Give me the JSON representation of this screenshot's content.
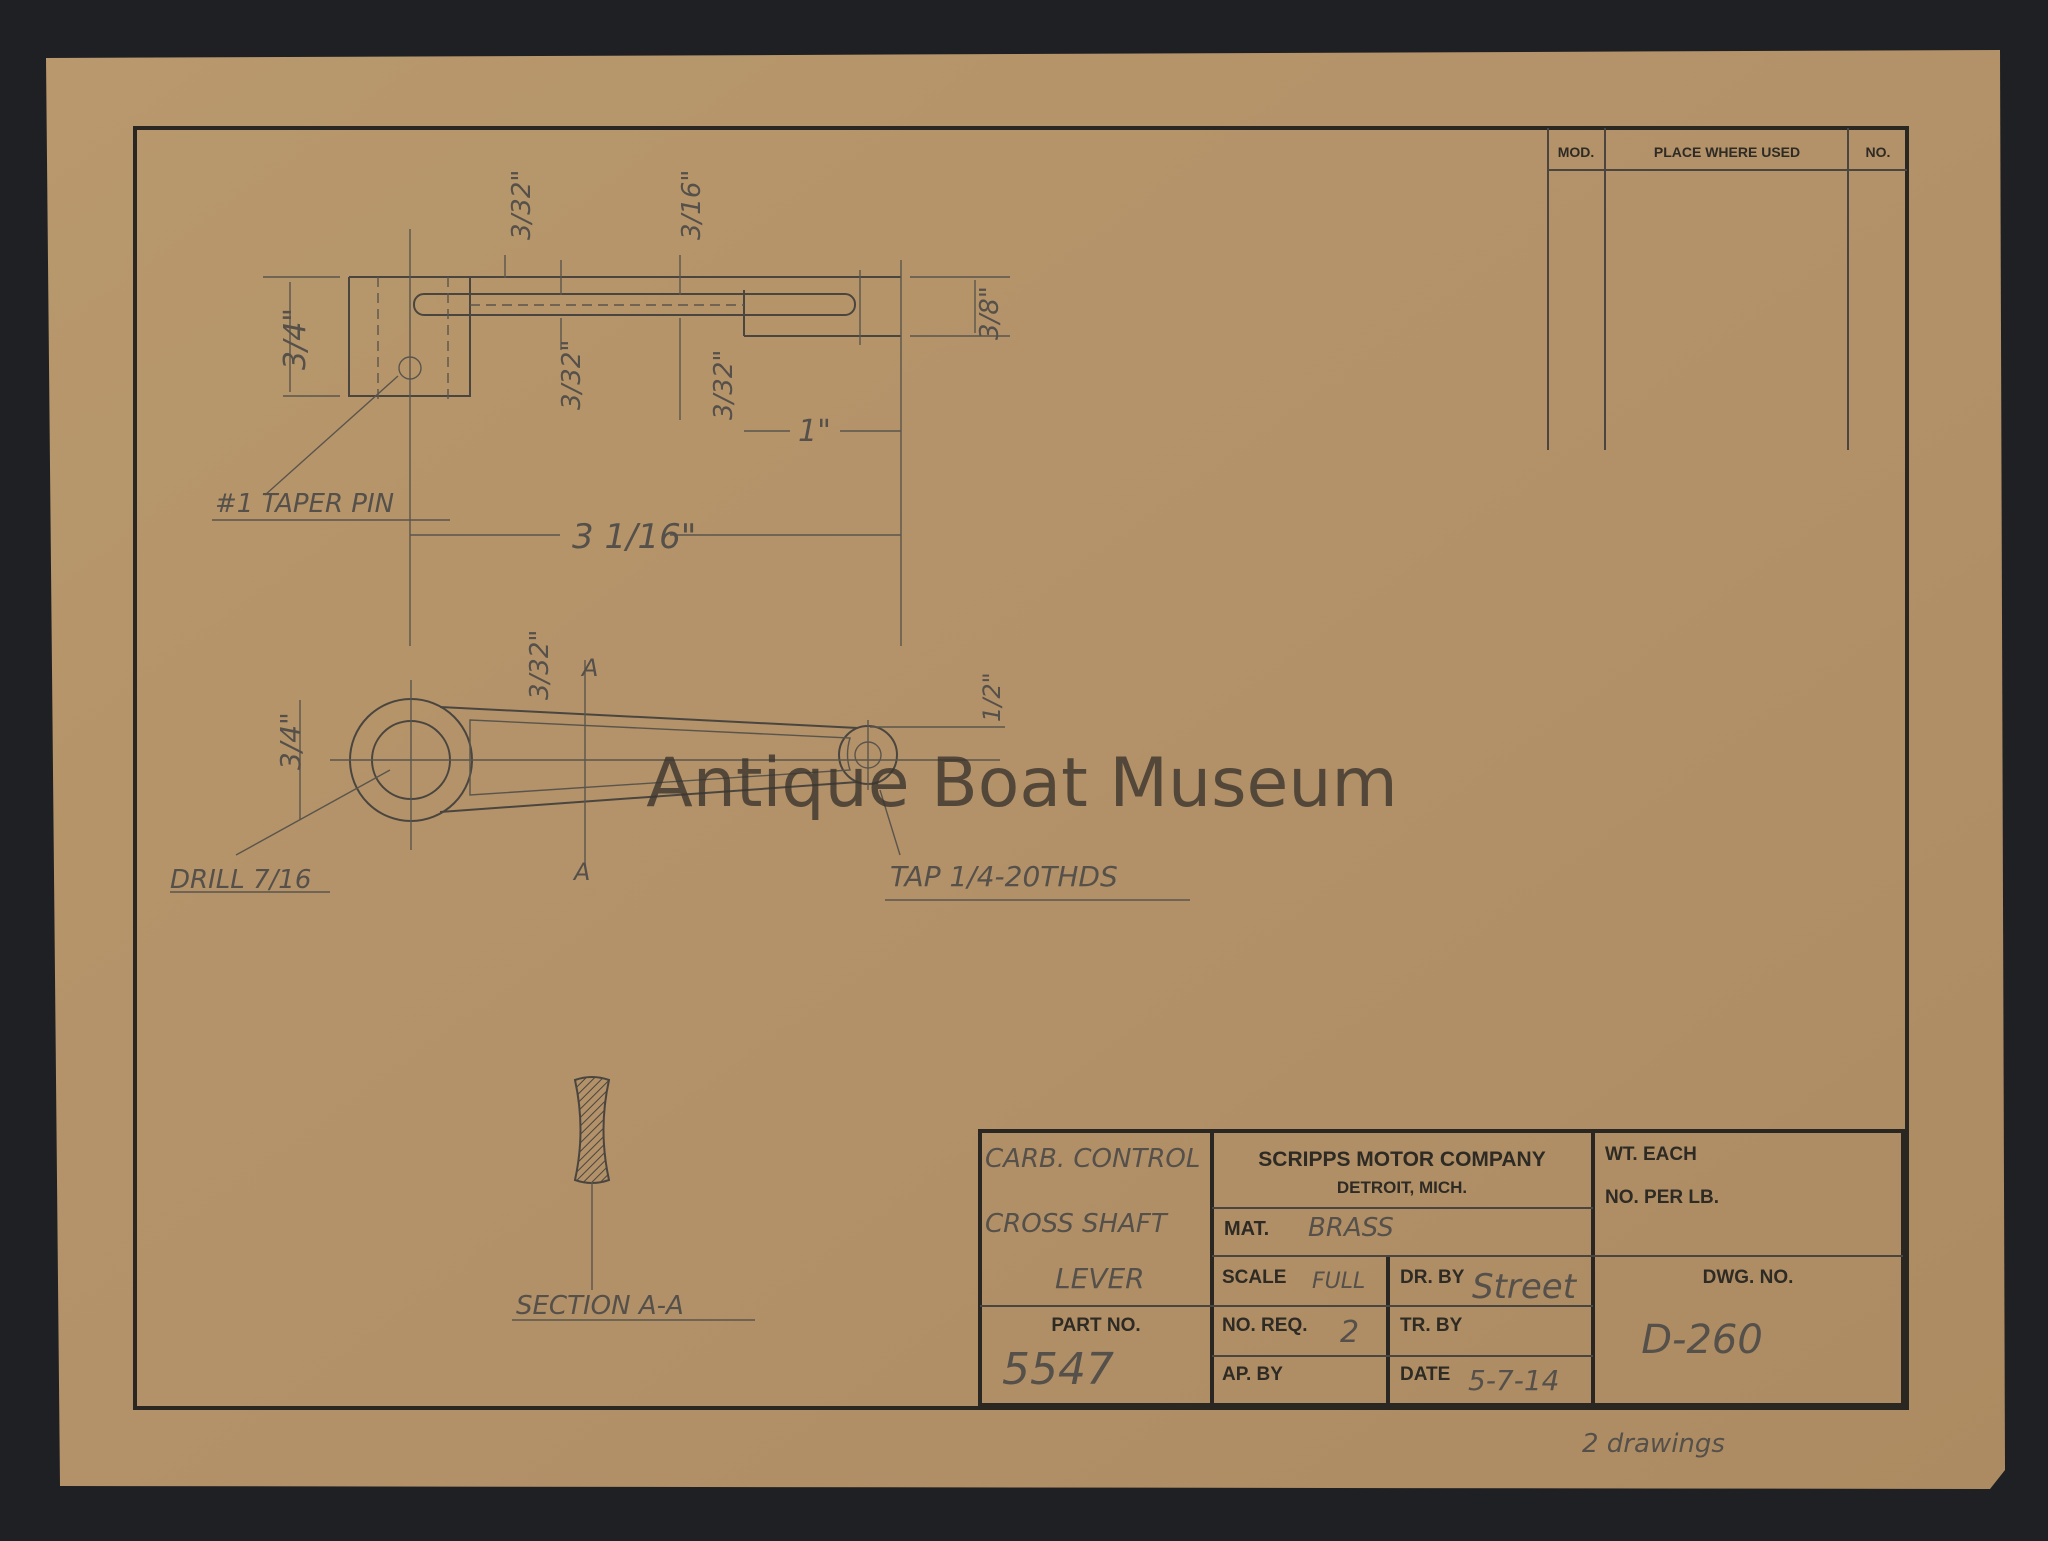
{
  "watermark": "Antique Boat Museum",
  "revision_table": {
    "headers": [
      "MOD.",
      "PLACE WHERE USED",
      "NO."
    ]
  },
  "top_view": {
    "dims": [
      "3/32\"",
      "3/16\"",
      "3/4\"",
      "3/8\"",
      "3/32\"",
      "3/32\"",
      "1\"",
      "3 1/16\""
    ],
    "note": "#1 TAPER PIN"
  },
  "side_view": {
    "dims": [
      "3/32\"",
      "3/4\"",
      "1/2\""
    ],
    "section_marks": [
      "A",
      "A"
    ],
    "notes": [
      "DRILL 7/16",
      "TAP 1/4-20THDS"
    ]
  },
  "section": {
    "label": "SECTION A-A"
  },
  "title_block": {
    "name_lines": [
      "CARB. CONTROL",
      "CROSS SHAFT",
      "LEVER"
    ],
    "company": "SCRIPPS MOTOR COMPANY",
    "city": "DETROIT, MICH.",
    "mat_label": "MAT.",
    "mat_value": "BRASS",
    "wt_each_label": "WT. EACH",
    "no_per_lb_label": "NO. PER LB.",
    "scale_label": "SCALE",
    "scale_value": "FULL",
    "dr_by_label": "DR. BY",
    "dr_by_value": "Street",
    "dwg_no_label": "DWG. NO.",
    "dwg_no_value": "D-260",
    "part_no_label": "PART NO.",
    "part_no_value": "5547",
    "no_req_label": "NO. REQ.",
    "no_req_value": "2",
    "tr_by_label": "TR. BY",
    "ap_by_label": "AP. BY",
    "date_label": "DATE",
    "date_value": "5-7-14"
  },
  "margin_note": "2 drawings"
}
